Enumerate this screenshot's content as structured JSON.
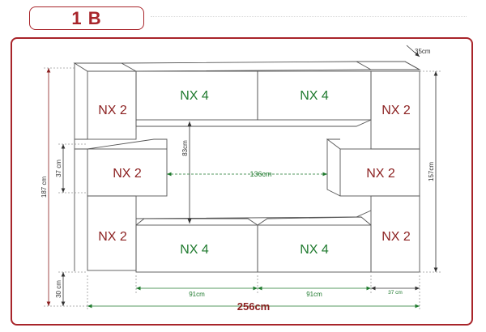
{
  "title": "1 B",
  "modules": {
    "nx2": "NX 2",
    "nx4": "NX 4"
  },
  "dimensions": {
    "depth": "35cm",
    "total_height": "187 cm",
    "side_box_height": "37 cm",
    "base_height": "30 cm",
    "right_height": "157cm",
    "inner_height": "83cm",
    "inner_width": "136cm",
    "span_left": "91cm",
    "span_right": "91cm",
    "side_width": "37 cm",
    "total_width": "256cm"
  },
  "colors": {
    "accent": "#a8242a",
    "label_red": "#8b1f1f",
    "label_green": "#1f7a2e"
  }
}
